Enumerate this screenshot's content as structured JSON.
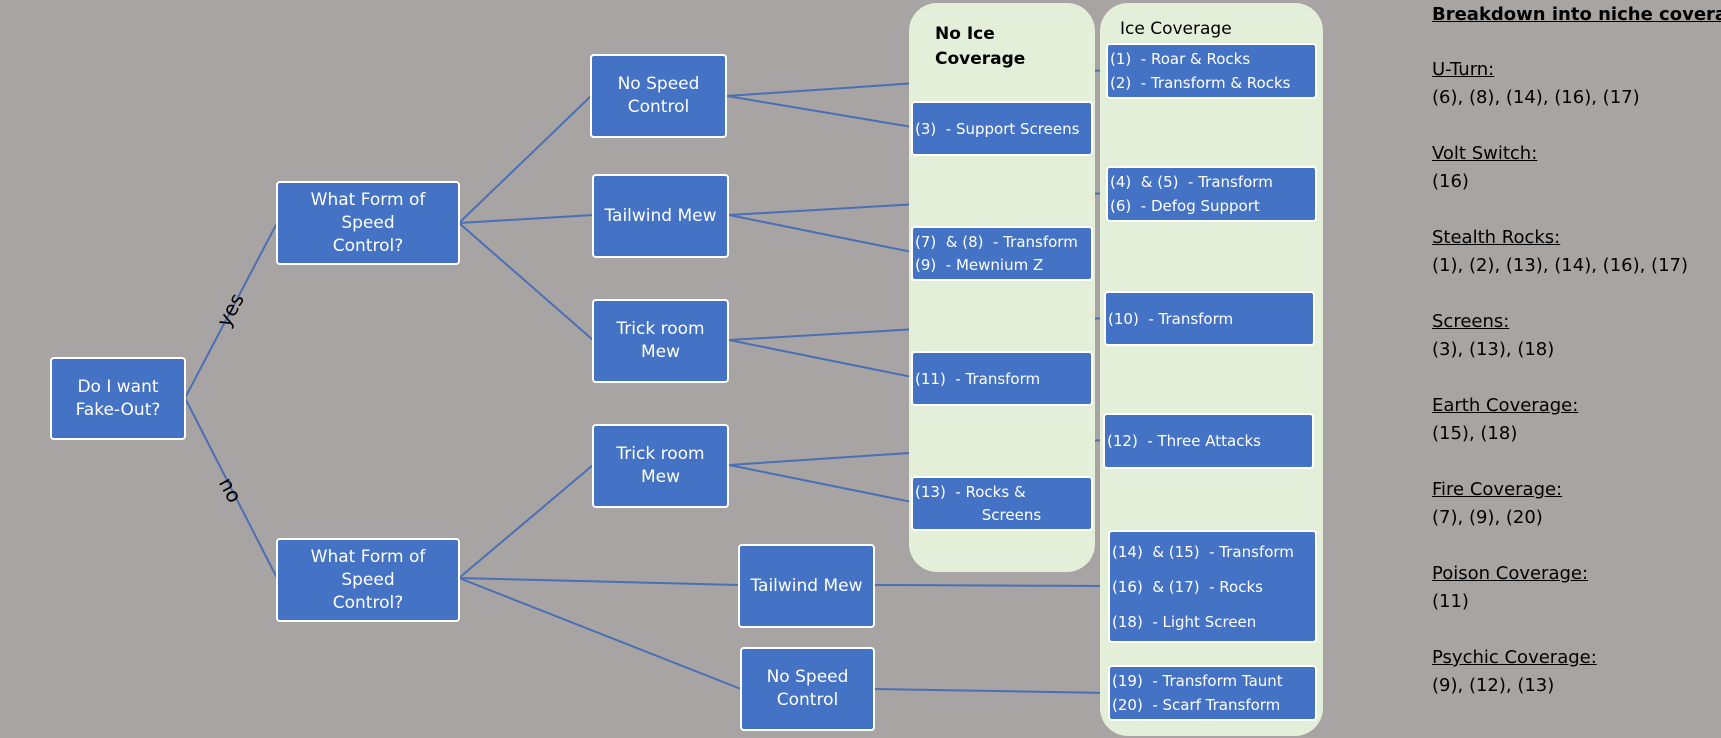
{
  "root": {
    "label": "Do I want\nFake-Out?"
  },
  "edge_labels": {
    "yes": "yes",
    "no": "no"
  },
  "speed_q_top": {
    "label": "What Form of Speed\nControl?"
  },
  "speed_q_bottom": {
    "label": "What Form of Speed\nControl?"
  },
  "options": {
    "top_no_speed": "No Speed\nControl",
    "top_tailwind": "Tailwind Mew",
    "top_trick_room": "Trick room\nMew",
    "bottom_trick_room": "Trick room\nMew",
    "bottom_tailwind": "Tailwind Mew",
    "bottom_no_speed": "No Speed\nControl"
  },
  "columns": {
    "no_ice": "No Ice\nCoverage",
    "ice": "Ice Coverage"
  },
  "leaves": {
    "ice_1": [
      "(1)  - Roar & Rocks",
      "(2)  - Transform & Rocks"
    ],
    "noice_1": [
      "(3)  - Support Screens"
    ],
    "ice_2": [
      "(4)  & (5)  - Transform",
      "(6)  - Defog Support"
    ],
    "noice_2": [
      "(7)  & (8)  - Transform",
      "(9)  - Mewnium Z"
    ],
    "ice_3": [
      "(10)  - Transform"
    ],
    "noice_3": [
      "(11)  - Transform"
    ],
    "ice_4": [
      "(12)  - Three Attacks"
    ],
    "noice_4": [
      "(13)  - Rocks &",
      "              Screens"
    ],
    "ice_5": [
      "(14)  & (15)  - Transform",
      "(16)  & (17)  - Rocks",
      "(18)  - Light Screen"
    ],
    "ice_6": [
      "(19)  - Transform Taunt",
      "(20)  - Scarf Transform"
    ]
  },
  "breakdown": {
    "title": "Breakdown into niche coverage:",
    "items": [
      {
        "heading": "U-Turn:",
        "value": "(6), (8), (14), (16), (17)"
      },
      {
        "heading": "Volt Switch: ",
        "value": "(16)"
      },
      {
        "heading": "Stealth Rocks:",
        "value": "(1), (2), (13), (14), (16), (17)"
      },
      {
        "heading": "Screens:",
        "value": "(3), (13), (18)"
      },
      {
        "heading": "Earth Coverage:",
        "value": "(15), (18)"
      },
      {
        "heading": "Fire Coverage:",
        "value": "(7), (9), (20)"
      },
      {
        "heading": "Poison Coverage:",
        "value": "(11)"
      },
      {
        "heading": "Psychic Coverage:",
        "value": "(9), (12), (13)"
      }
    ]
  }
}
